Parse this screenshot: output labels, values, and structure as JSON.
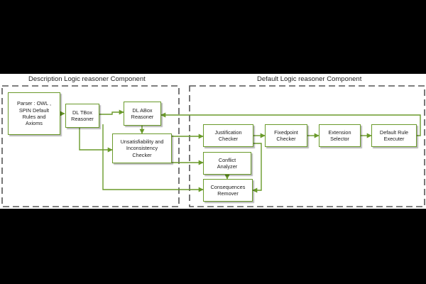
{
  "sections": {
    "description_logic": "Description Logic reasoner Component",
    "default_logic": "Default Logic reasoner Component"
  },
  "components": {
    "parser": "Parser : OWL ,\nSPIN Default\nRules and\nAxioms",
    "tbox": "DL TBox\nReasoner",
    "abox": "DL ABox\nReasoner",
    "unsat": "Unsatisfiability and\nInconsistency\nChecker",
    "justification": "Justification\nChecker",
    "conflict": "Conflict\nAnalyzer",
    "consequences": "Consequences\nRemover",
    "fixedpoint": "Fixedpoint\nChecker",
    "extension": "Extension\nSelector",
    "executer": "Default Rule\nExecuter"
  },
  "colors": {
    "accent": "#6a9a2a",
    "dash": "#555555",
    "background": "#000000"
  }
}
